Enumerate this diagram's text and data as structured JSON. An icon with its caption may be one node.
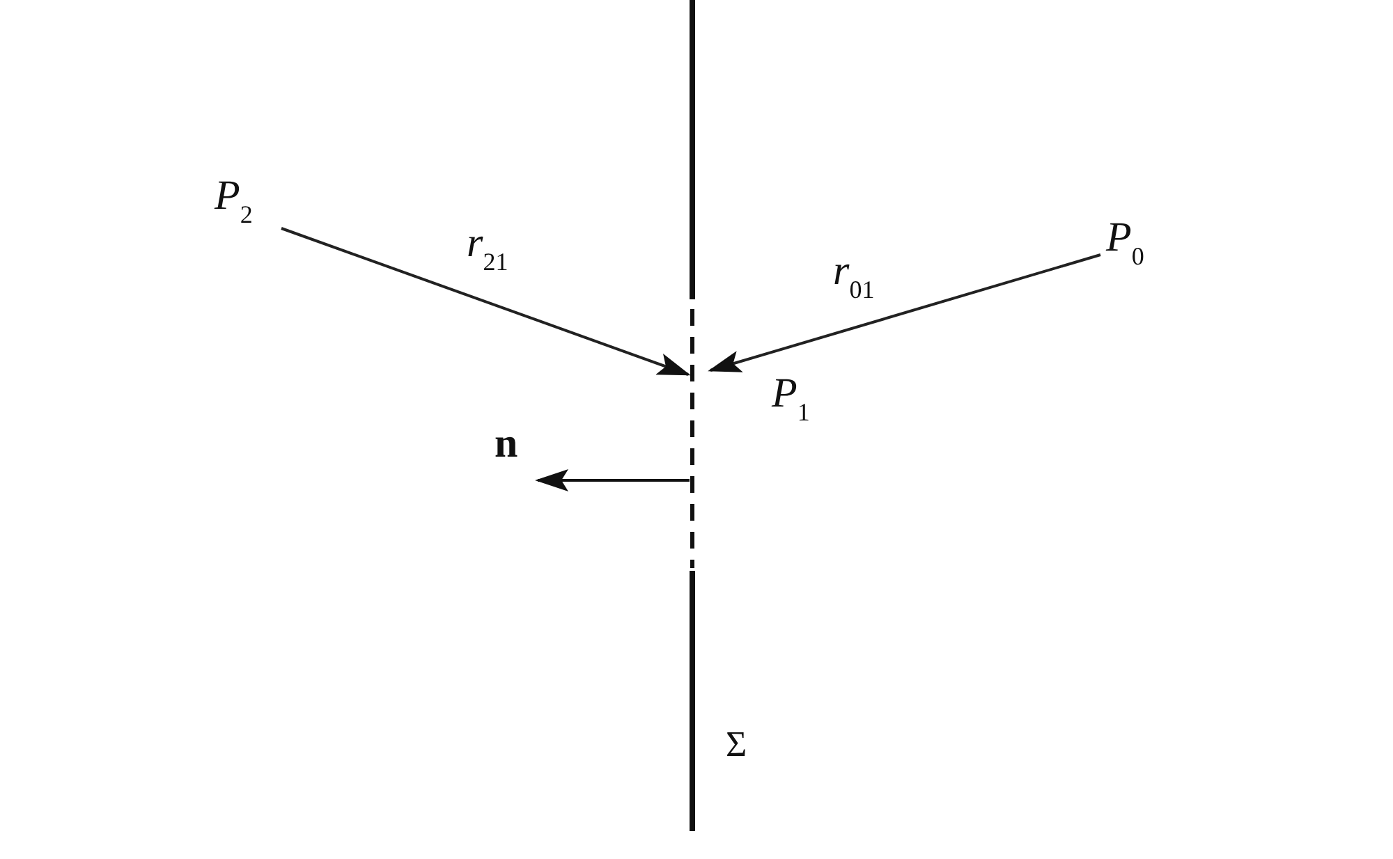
{
  "diagram": {
    "nodes": [
      {
        "text": [
          "*P*$_{2}$"
        ]
      },
      {
        "text": [
          "*P*$_{0}$"
        ]
      },
      {
        "text": [
          "*P*$_{1}$"
        ]
      }
    ],
    "edges": [
      {
        "from": 0,
        "to": 2,
        "arrow": "to",
        "label": "*r*$_{21}$"
      },
      {
        "from": 1,
        "to": 2,
        "arrow": "to",
        "label": "*r*$_{01}$"
      }
    ],
    "labels": [
      "**n**",
      "Σ"
    ]
  }
}
